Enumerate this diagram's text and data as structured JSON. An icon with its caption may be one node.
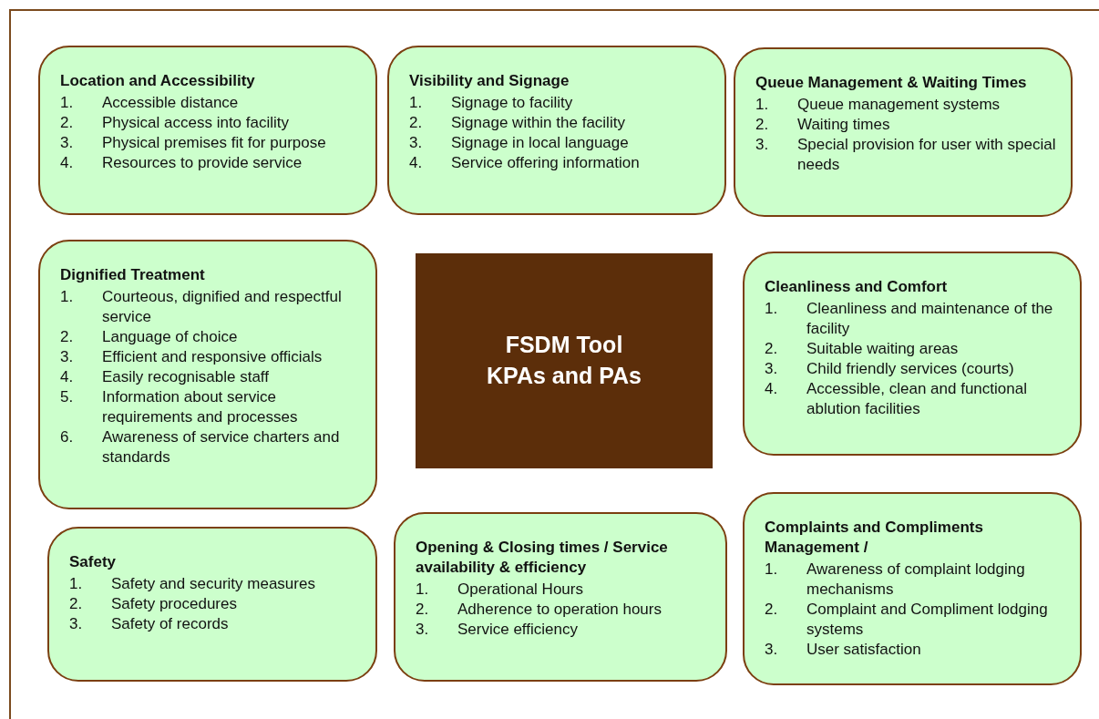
{
  "diagram": {
    "nodes": [
      {
        "text": [
          "Location and Accessibility",
          "1. Accessible distance",
          "2. Physical access into facility",
          "3. Physical premises fit for purpose",
          "4. Resources to provide service"
        ]
      },
      {
        "text": [
          "Visibility and Signage",
          "1. Signage to facility",
          "2. Signage within the facility",
          "3. Signage in local language",
          "4. Service offering information"
        ]
      },
      {
        "text": [
          "Queue Management & Waiting Times",
          "1. Queue management systems",
          "2. Waiting times",
          "3. Special provision for user with special needs"
        ]
      },
      {
        "text": [
          "Dignified Treatment",
          "1. Courteous, dignified and respectful service",
          "2. Language of choice",
          "3. Efficient and responsive officials",
          "4. Easily recognisable staff",
          "5. Information about service requirements and processes",
          "6. Awareness of service charters and standards"
        ]
      },
      {
        "text": [
          "FSDM Tool KPAs and PAs"
        ]
      },
      {
        "text": [
          "Cleanliness and Comfort",
          "1. Cleanliness and maintenance of the facility",
          "2. Suitable waiting areas",
          "3. Child friendly services (courts)",
          "4. Accessible, clean and functional ablution facilities"
        ]
      },
      {
        "text": [
          "Safety",
          "1. Safety and security measures",
          "2. Safety procedures",
          "3. Safety of records"
        ]
      },
      {
        "text": [
          "Opening & Closing times / Service availability & efficiency",
          "1. Operational Hours",
          "2. Adherence to operation hours",
          "3. Service efficiency"
        ]
      },
      {
        "text": [
          "Complaints and Compliments Management /",
          "1. Awareness of complaint lodging mechanisms",
          "2. Complaint and Compliment lodging systems",
          "3. User satisfaction"
        ]
      }
    ]
  }
}
